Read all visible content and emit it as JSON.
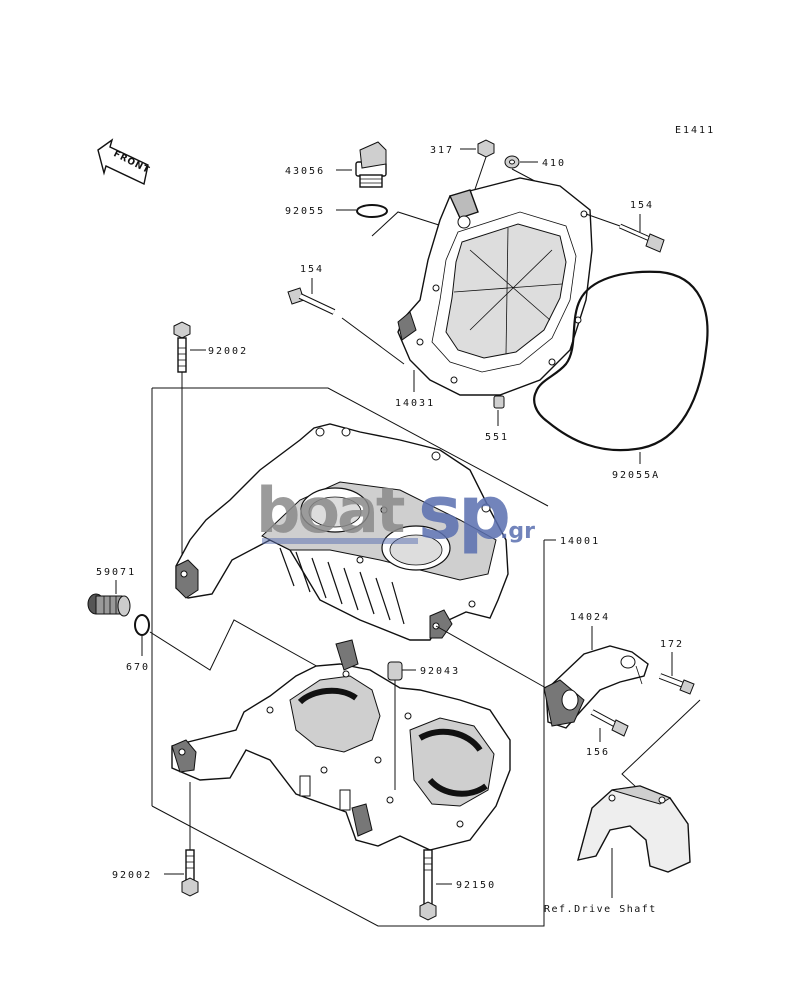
{
  "diagram_code": "E1411",
  "front_label": "FRONT",
  "watermark": {
    "brand_left": "boat",
    "brand_right": "sp",
    "suffix": ".gr"
  },
  "parts": {
    "p43056": "43056",
    "p317": "317",
    "p410": "410",
    "p92055": "92055",
    "p154_right": "154",
    "p154_left": "154",
    "p92002_top": "92002",
    "p14031": "14031",
    "p551": "551",
    "p92055A": "92055A",
    "p14001": "14001",
    "p59071": "59071",
    "p670": "670",
    "p92043": "92043",
    "p14024": "14024",
    "p172": "172",
    "p156": "156",
    "p92002_bottom": "92002",
    "p92150": "92150",
    "ref_drive_shaft": "Ref.Drive Shaft"
  },
  "colors": {
    "ink": "#111111",
    "watermark_grey": "#8a8a8a",
    "watermark_blue": "#5a6fb0"
  }
}
